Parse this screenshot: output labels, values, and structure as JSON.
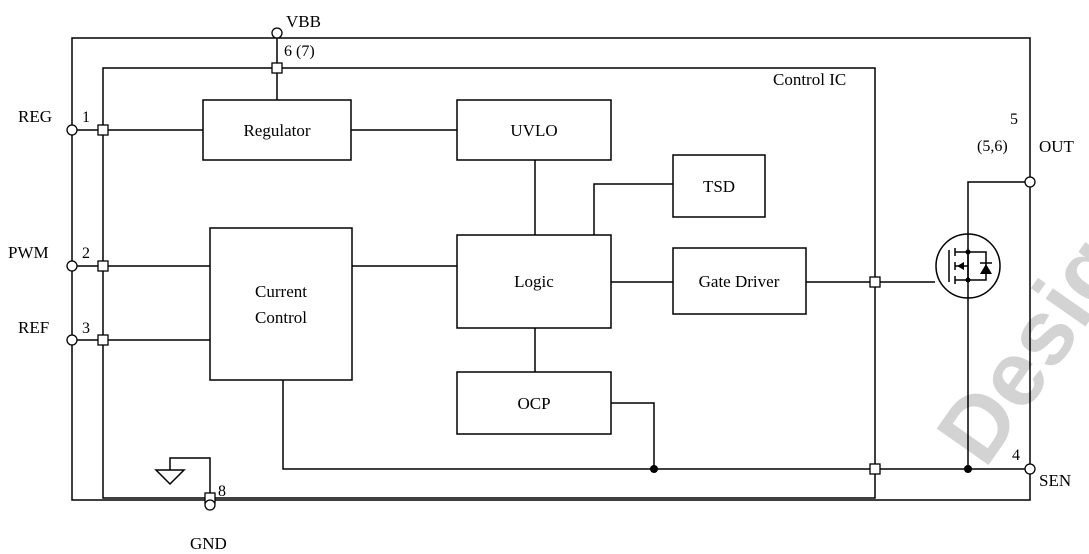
{
  "watermark": "Designs",
  "chip_label": "Control IC",
  "blocks": {
    "regulator": "Regulator",
    "uvlo": "UVLO",
    "tsd": "TSD",
    "current_control_line1": "Current",
    "current_control_line2": "Control",
    "logic": "Logic",
    "gate_driver": "Gate Driver",
    "ocp": "OCP"
  },
  "pins": {
    "vbb": {
      "name": "VBB",
      "number": "6 (7)"
    },
    "reg": {
      "name": "REG",
      "number": "1"
    },
    "pwm": {
      "name": "PWM",
      "number": "2"
    },
    "ref": {
      "name": "REF",
      "number": "3"
    },
    "gnd": {
      "name": "GND",
      "number": "8"
    },
    "out": {
      "name": "OUT",
      "number": "5",
      "alt_number": "(5,6)"
    },
    "sen": {
      "name": "SEN",
      "number": "4"
    }
  }
}
